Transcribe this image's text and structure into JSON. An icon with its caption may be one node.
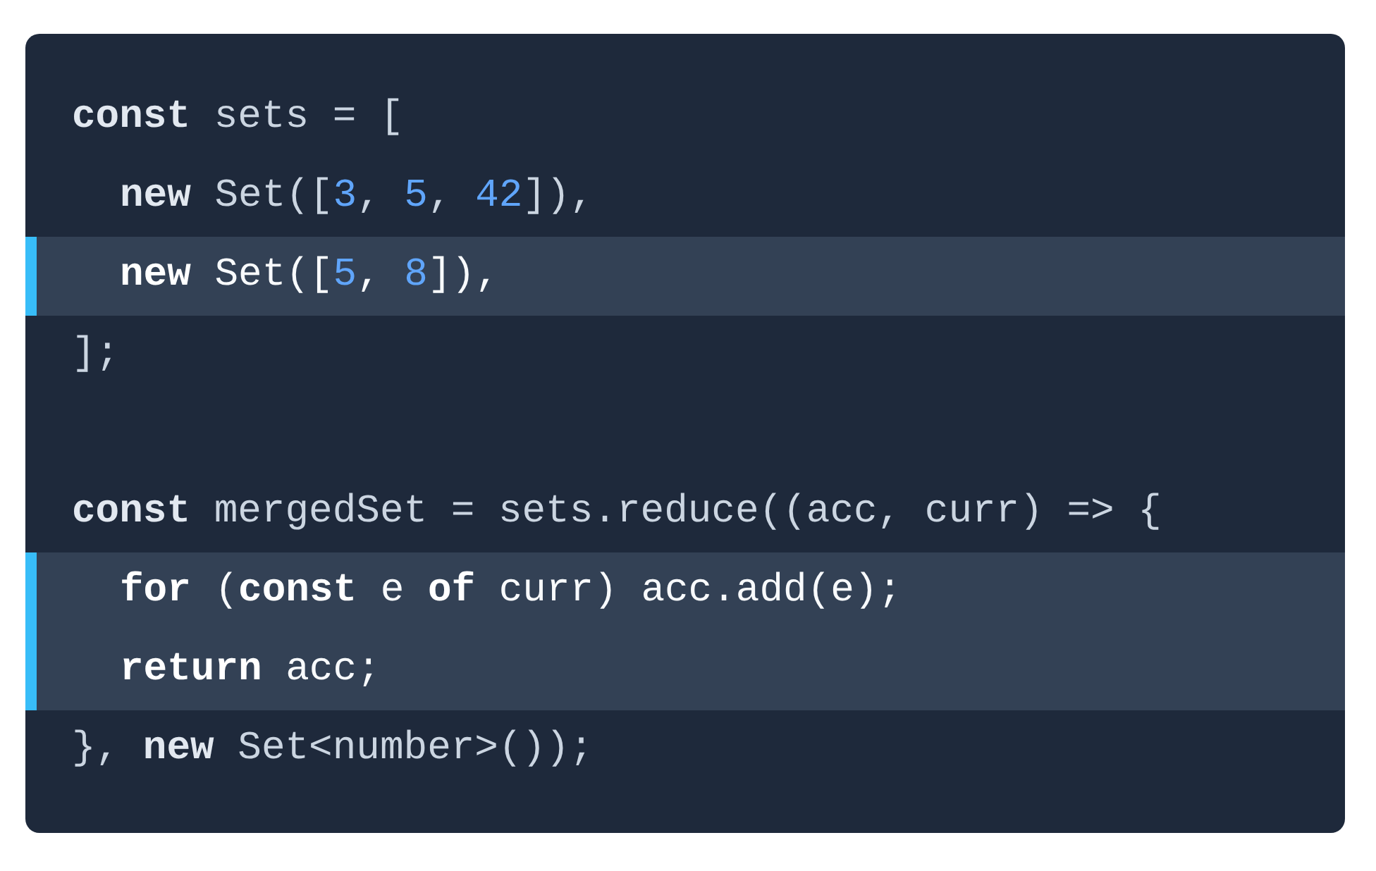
{
  "diagram": {
    "labels": [
      "**const** sets = [",
      "**new** Set([3, 5, 42]),",
      "**new** Set([5, 8]),",
      "];",
      "**const** mergedSet = sets.reduce((acc, curr) => {",
      "**for** (**const** e **of** curr) acc.add(e);",
      "**return** acc;",
      "}, **new** Set<number>());"
    ]
  }
}
